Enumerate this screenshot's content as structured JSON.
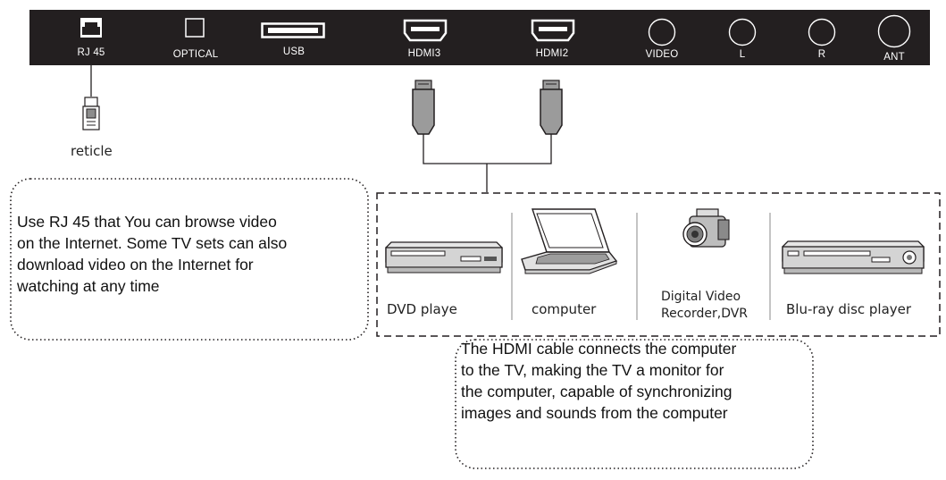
{
  "panel": {
    "ports": [
      {
        "id": "rj45",
        "label": "RJ 45",
        "icon": "rj45-port-icon"
      },
      {
        "id": "optical",
        "label": "OPTICAL",
        "icon": "optical-port-icon"
      },
      {
        "id": "usb",
        "label": "USB",
        "icon": "usb-port-icon"
      },
      {
        "id": "hdmi3",
        "label": "HDMI3",
        "icon": "hdmi-port-icon"
      },
      {
        "id": "hdmi2",
        "label": "HDMI2",
        "icon": "hdmi-port-icon"
      },
      {
        "id": "video",
        "label": "VIDEO",
        "icon": "rca-port-icon"
      },
      {
        "id": "l",
        "label": "L",
        "icon": "rca-port-icon"
      },
      {
        "id": "r",
        "label": "R",
        "icon": "rca-port-icon"
      },
      {
        "id": "ant",
        "label": "ANT",
        "icon": "antenna-port-icon"
      }
    ]
  },
  "network": {
    "device_label": "reticle",
    "icon": "ethernet-plug-icon"
  },
  "devices": [
    {
      "label": "DVD playe",
      "icon": "dvd-player-icon"
    },
    {
      "label": "computer",
      "icon": "laptop-icon"
    },
    {
      "label_line1": "Digital Video",
      "label_line2": "Recorder,DVR",
      "icon": "camcorder-icon"
    },
    {
      "label": "Blu-ray disc player",
      "icon": "bluray-player-icon"
    }
  ],
  "notes": {
    "rj45": [
      "Use RJ 45 that You can browse video",
      "on the Internet. Some TV sets can also",
      "download video on the Internet for",
      "watching at any time"
    ],
    "hdmi": [
      "The HDMI cable connects the computer",
      "to the TV, making the TV a monitor for",
      "the computer, capable of synchronizing",
      "images and sounds from the computer"
    ]
  },
  "colors": {
    "panel": "#231f20",
    "port_outline": "#ffffff",
    "connector_fill": "#9b9b9b",
    "line": "#231f20"
  }
}
